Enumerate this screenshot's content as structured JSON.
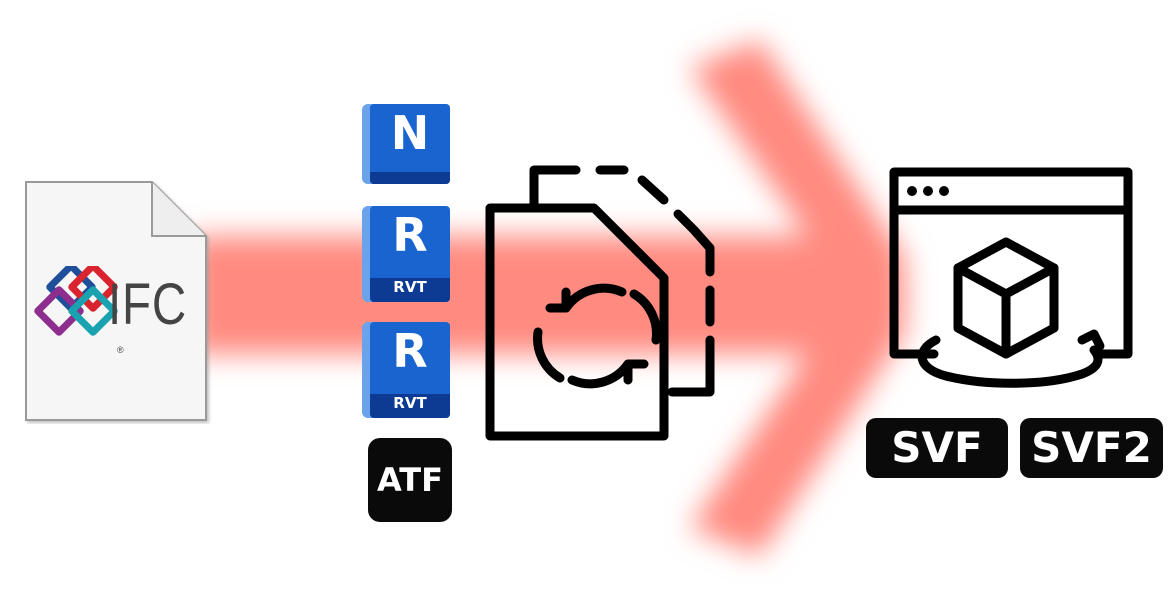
{
  "source": {
    "file_icon": "document-icon",
    "logo_icon": "ifc-logo-icon",
    "label": "IFC",
    "trademark": "®"
  },
  "intermediate_formats": [
    {
      "icon": "navisworks-icon",
      "letter": "N",
      "sub": ""
    },
    {
      "icon": "revit-icon",
      "letter": "R",
      "sub": "RVT"
    },
    {
      "icon": "revit-icon",
      "letter": "R",
      "sub": "RVT"
    },
    {
      "icon": "atf-icon",
      "letter": "ATF",
      "sub": ""
    }
  ],
  "conversion": {
    "icon": "file-sync-icon"
  },
  "viewer": {
    "icon": "3d-viewer-window-icon",
    "outputs": [
      "SVF",
      "SVF2"
    ]
  },
  "colors": {
    "arrow": "#ff8a80",
    "tile_blue": "#1a64cf",
    "tile_dark_blue": "#0d3b93",
    "tile_light_blue": "#6aa3ea",
    "badge": "#0a0a0a"
  }
}
